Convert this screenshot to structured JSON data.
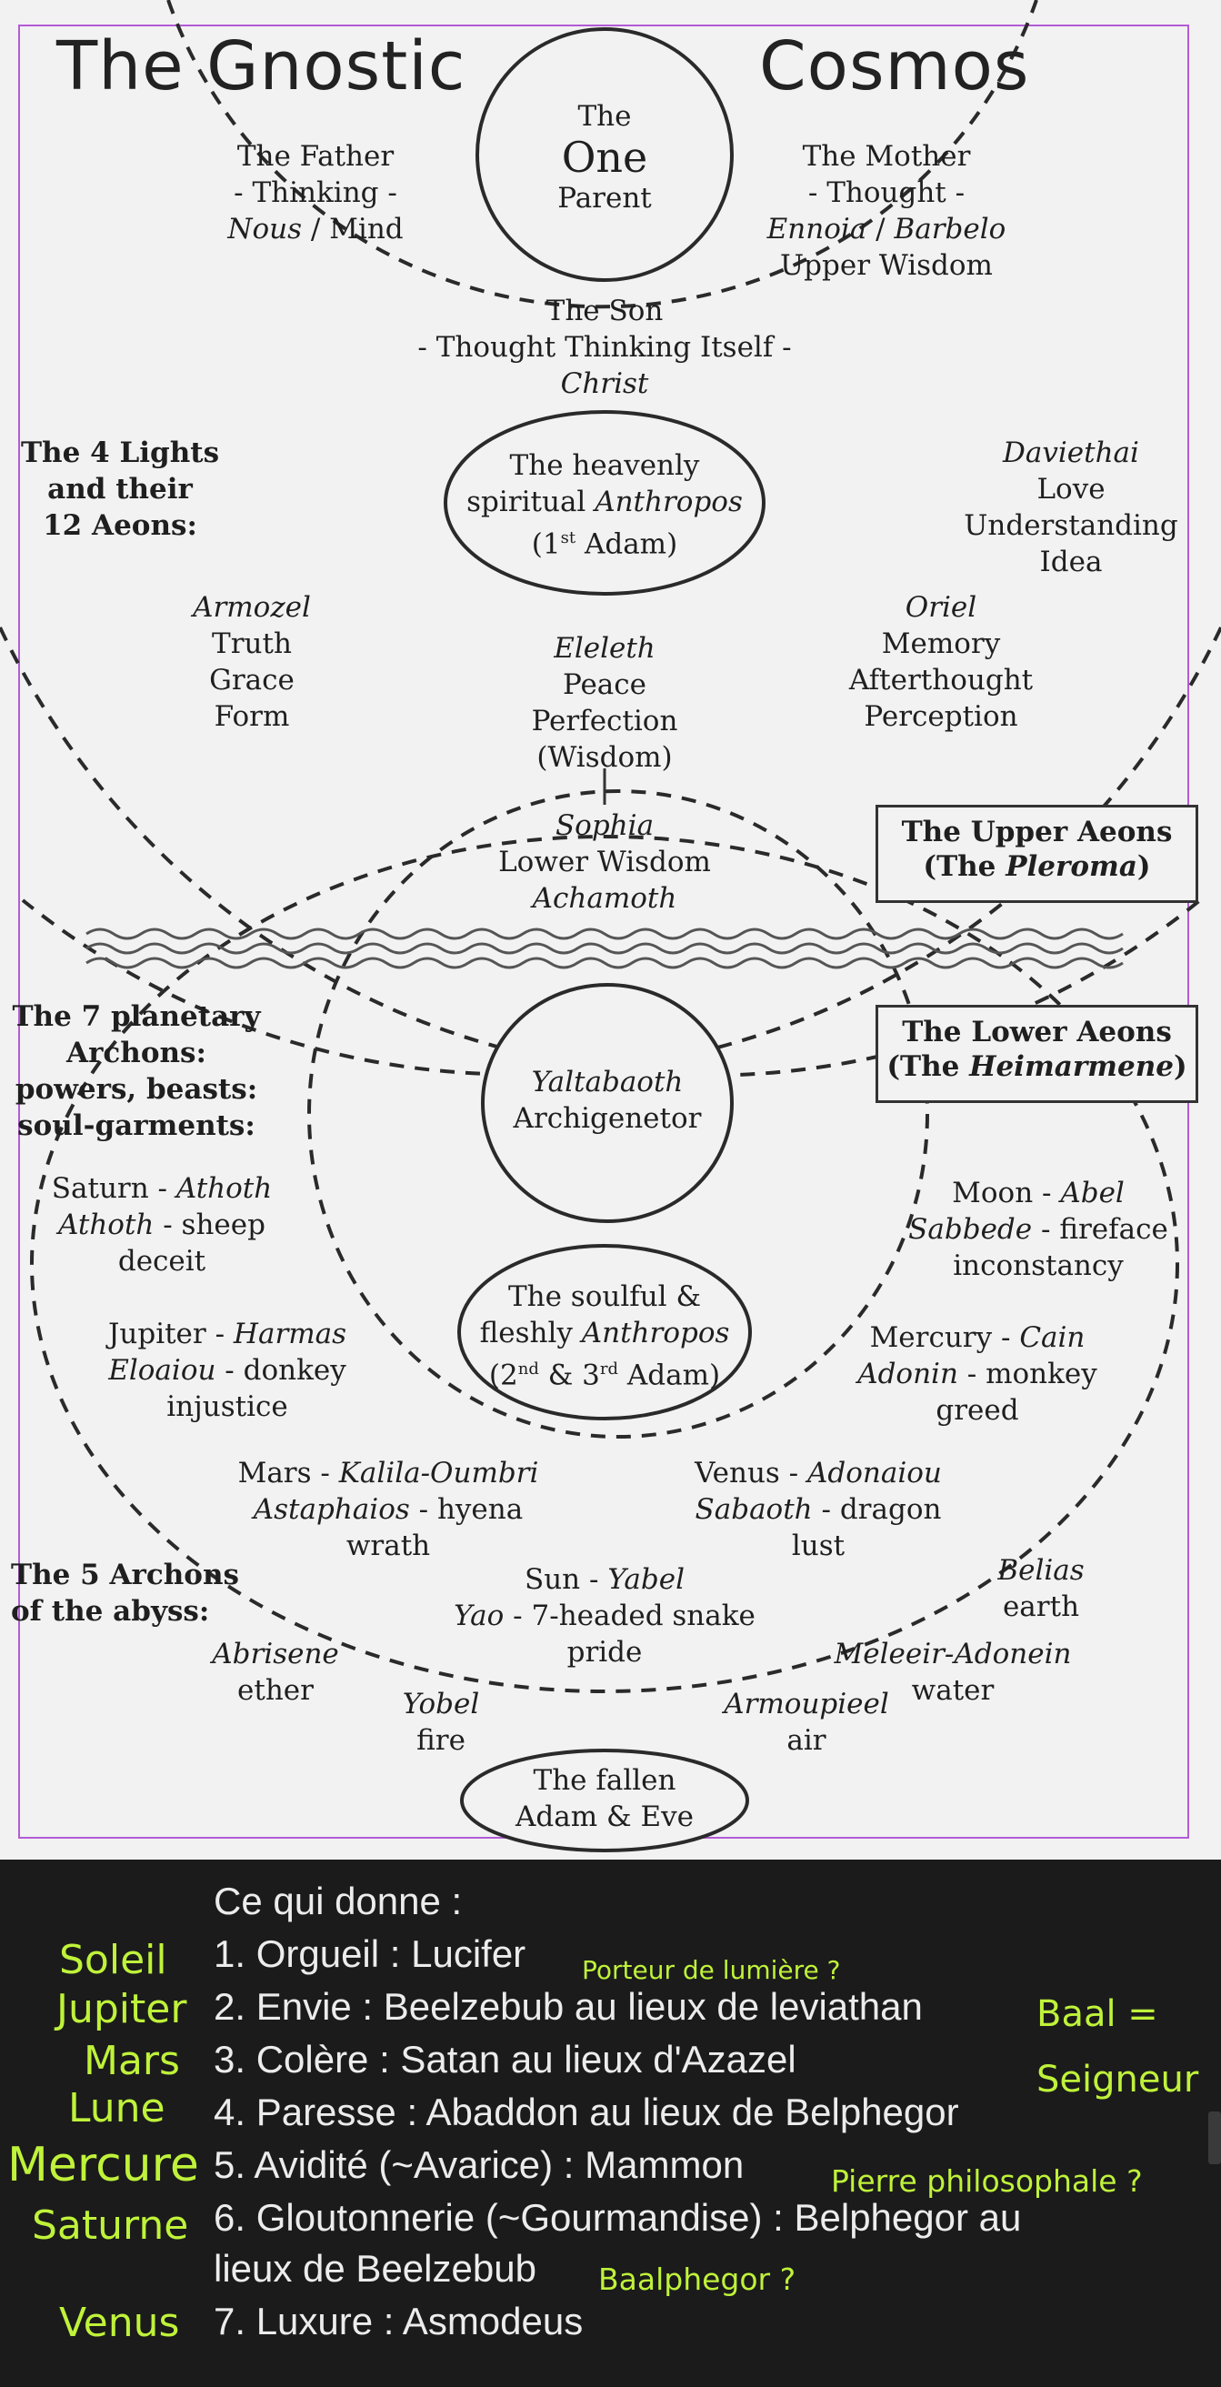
{
  "title": {
    "left": "The Gnostic",
    "right": "Cosmos"
  },
  "one": {
    "line1": "The",
    "line2": "One",
    "line3": "Parent"
  },
  "father": {
    "l1": "The Father",
    "l2": "- Thinking -",
    "l3a": "Nous",
    "l3b": " / Mind"
  },
  "mother": {
    "l1": "The Mother",
    "l2": "- Thought -",
    "l3a": "Ennoia",
    "l3b": " / ",
    "l3c": "Barbelo",
    "l4": "Upper Wisdom"
  },
  "son": {
    "l1": "The Son",
    "l2": "- Thought Thinking Itself -",
    "l3": "Christ"
  },
  "lights": {
    "l1": "The 4 Lights",
    "l2": "and their",
    "l3": "12 Aeons:"
  },
  "anthropos1": {
    "l1": "The heavenly",
    "l2a": "spiritual ",
    "l2b": "Anthropos",
    "l3a": "(1",
    "l3sup": "st",
    "l3b": " Adam)"
  },
  "daviethai": {
    "l1": "Daviethai",
    "l2": "Love",
    "l3": "Understanding",
    "l4": "Idea"
  },
  "armozel": {
    "l1": "Armozel",
    "l2": "Truth",
    "l3": "Grace",
    "l4": "Form"
  },
  "eleleth": {
    "l1": "Eleleth",
    "l2": "Peace",
    "l3": "Perfection",
    "l4": "(Wisdom)"
  },
  "oriel": {
    "l1": "Oriel",
    "l2": "Memory",
    "l3": "Afterthought",
    "l4": "Perception"
  },
  "sophia": {
    "l1": "Sophia",
    "l2": "Lower Wisdom",
    "l3": "Achamoth"
  },
  "upper_box": {
    "l1": "The Upper Aeons",
    "l2a": "(The ",
    "l2b": "Pleroma",
    "l2c": ")"
  },
  "lower_box": {
    "l1": "The Lower Aeons",
    "l2a": "(The ",
    "l2b": "Heimarmene",
    "l2c": ")"
  },
  "archons7": {
    "l1": "The 7 planetary",
    "l2": "Archons:",
    "l3": "powers, beasts:",
    "l4": "soul-garments:"
  },
  "yaltabaoth": {
    "l1": "Yaltabaoth",
    "l2": "Archigenetor"
  },
  "saturn": {
    "l1a": "Saturn - ",
    "l1b": "Athoth",
    "l2a": "Athoth",
    "l2b": " - sheep",
    "l3": "deceit"
  },
  "moon": {
    "l1a": "Moon - ",
    "l1b": "Abel",
    "l2a": "Sabbede",
    "l2b": " - fireface",
    "l3": "inconstancy"
  },
  "anthropos23": {
    "l1": "The soulful &",
    "l2a": "fleshly ",
    "l2b": "Anthropos",
    "l3a": "(2",
    "l3sup1": "nd",
    "l3b": " & 3",
    "l3sup2": "rd",
    "l3c": " Adam)"
  },
  "jupiter": {
    "l1a": "Jupiter - ",
    "l1b": "Harmas",
    "l2a": "Eloaiou",
    "l2b": " - donkey",
    "l3": "injustice"
  },
  "mercury": {
    "l1a": "Mercury - ",
    "l1b": "Cain",
    "l2a": "Adonin",
    "l2b": " - monkey",
    "l3": "greed"
  },
  "mars": {
    "l1a": "Mars - ",
    "l1b": "Kalila-Oumbri",
    "l2a": "Astaphaios",
    "l2b": " - hyena",
    "l3": "wrath"
  },
  "venus": {
    "l1a": "Venus - ",
    "l1b": "Adonaiou",
    "l2a": "Sabaoth",
    "l2b": " - dragon",
    "l3": "lust"
  },
  "archons5": {
    "l1": "The 5 Archons",
    "l2": "of the abyss:"
  },
  "sun": {
    "l1a": "Sun - ",
    "l1b": "Yabel",
    "l2a": "Yao",
    "l2b": " - 7-headed snake",
    "l3": "pride"
  },
  "belias": {
    "l1": "Belias",
    "l2": "earth"
  },
  "abrisene": {
    "l1": "Abrisene",
    "l2": "ether"
  },
  "meleeir": {
    "l1": "Meleeir-Adonein",
    "l2": "water"
  },
  "yobel": {
    "l1": "Yobel",
    "l2": "fire"
  },
  "armoupieel": {
    "l1": "Armoupieel",
    "l2": "air"
  },
  "fallen": {
    "l1": "The fallen",
    "l2": "Adam & Eve"
  },
  "notes": {
    "intro": "Ce qui donne :",
    "items": [
      "1. Orgueil : Lucifer",
      "2. Envie  : Beelzebub au lieux de leviathan",
      "3. Colère : Satan au lieux d'Azazel",
      "4. Paresse : Abaddon au lieux de Belphegor",
      "5. Avidité (~Avarice) : Mammon",
      "6. Gloutonnerie (~Gourmandise) : Belphegor au",
      "lieux de Beelzebub",
      "7. Luxure : Asmodeus"
    ],
    "planets": [
      "Soleil",
      "Jupiter",
      "Mars",
      "Lune",
      "Mercure",
      "Saturne",
      "Venus"
    ],
    "comments": {
      "lucifer": "Porteur de lumière ?",
      "baal1": "Baal =",
      "baal2": "Seigneur",
      "pierre": "Pierre philosophale ?",
      "baalphegor": "Baalphegor ?"
    },
    "handwriting_color": "#bff23a"
  }
}
